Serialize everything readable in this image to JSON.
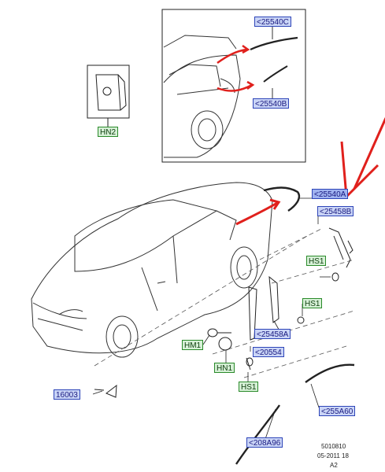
{
  "callouts": {
    "c25540c": "<25540C",
    "c25540b": "<25540B",
    "hn2": "HN2",
    "c25540a": "<25540A",
    "c25458b": "<25458B",
    "hs1_top": "HS1",
    "hs1_mid": "HS1",
    "c25458a": "<25458A",
    "hm1": "HM1",
    "c20554": "<20554",
    "hn1": "HN1",
    "hs1_bottom": "HS1",
    "c16003": "16003",
    "c255a60": "<255A60",
    "c208a96": "<208A96"
  },
  "footer": {
    "line1": "5010810",
    "line2": "05-2011 18",
    "line3": "A2"
  },
  "colors": {
    "arrow_red": "#e0201c",
    "callout_blue_border": "#2e45b8",
    "callout_green_border": "#2a8a2a",
    "line_art": "#333333"
  }
}
